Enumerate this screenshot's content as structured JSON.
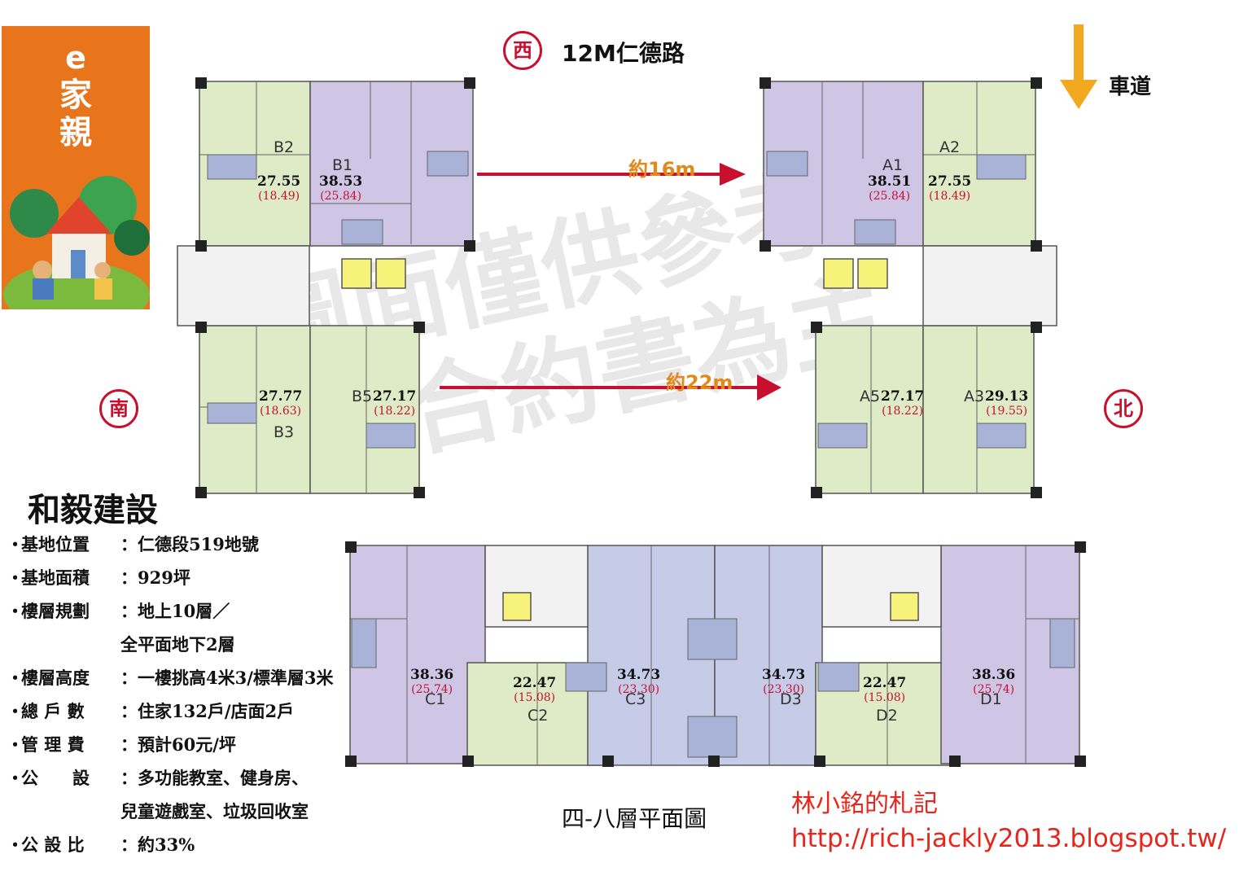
{
  "logo": {
    "line1": "e",
    "line2": "家",
    "line3": "親"
  },
  "direction": {
    "west": "西",
    "south": "南",
    "north": "北"
  },
  "road_label": "12M仁德路",
  "driveway_label": "車道",
  "distances": {
    "d1": "約16m",
    "d2": "約22m"
  },
  "units": {
    "B2": {
      "name": "B2",
      "area": "27.55",
      "sub": "(18.49)"
    },
    "B1": {
      "name": "B1",
      "area": "38.53",
      "sub": "(25.84)"
    },
    "A1": {
      "name": "A1",
      "area": "38.51",
      "sub": "(25.84)"
    },
    "A2": {
      "name": "A2",
      "area": "27.55",
      "sub": "(18.49)"
    },
    "B3": {
      "name": "B3",
      "area": "27.77",
      "sub": "(18.63)"
    },
    "B5": {
      "name": "B5",
      "area": "27.17",
      "sub": "(18.22)"
    },
    "A5": {
      "name": "A5",
      "area": "27.17",
      "sub": "(18.22)"
    },
    "A3": {
      "name": "A3",
      "area": "29.13",
      "sub": "(19.55)"
    },
    "C1": {
      "name": "C1",
      "area": "38.36",
      "sub": "(25.74)"
    },
    "C2": {
      "name": "C2",
      "area": "22.47",
      "sub": "(15.08)"
    },
    "C3": {
      "name": "C3",
      "area": "34.73",
      "sub": "(23.30)"
    },
    "D3": {
      "name": "D3",
      "area": "34.73",
      "sub": "(23.30)"
    },
    "D2": {
      "name": "D2",
      "area": "22.47",
      "sub": "(15.08)"
    },
    "D1": {
      "name": "D1",
      "area": "38.36",
      "sub": "(25.74)"
    }
  },
  "company": "和毅建設",
  "info": [
    {
      "bullet": "・",
      "label": "基地位置",
      "value": "：仁德段519地號"
    },
    {
      "bullet": "・",
      "label": "基地面積",
      "value": "：929坪"
    },
    {
      "bullet": "・",
      "label": "樓層規劃",
      "value": "：地上10層／"
    },
    {
      "bullet": "",
      "label": "",
      "value": "全平面地下2層"
    },
    {
      "bullet": "・",
      "label": "樓層高度",
      "value": "：一樓挑高4米3/標準層3米"
    },
    {
      "bullet": "・",
      "label": "總 戶 數",
      "value": "：住家132戶/店面2戶"
    },
    {
      "bullet": "・",
      "label": "管 理 費",
      "value": "：預計60元/坪"
    },
    {
      "bullet": "・",
      "label": "公　　設",
      "value": "：多功能教室、健身房、"
    },
    {
      "bullet": "",
      "label": "",
      "value": "兒童遊戲室、垃圾回收室"
    },
    {
      "bullet": "・",
      "label": "公 設 比",
      "value": "：約33%"
    }
  ],
  "plan_title": "四-八層平面圖",
  "blog_name": "林小銘的札記",
  "blog_url": "http://rich-jackly2013.blogspot.tw/",
  "watermark": {
    "line1": "圖面僅供參考",
    "line2": "以合約書為主"
  },
  "colors": {
    "green": "#dfeac6",
    "purple": "#cfc6e6",
    "blue": "#c6cbe8",
    "yellow": "#f6f27a",
    "red": "#c8102e",
    "orange": "#e8741c"
  }
}
